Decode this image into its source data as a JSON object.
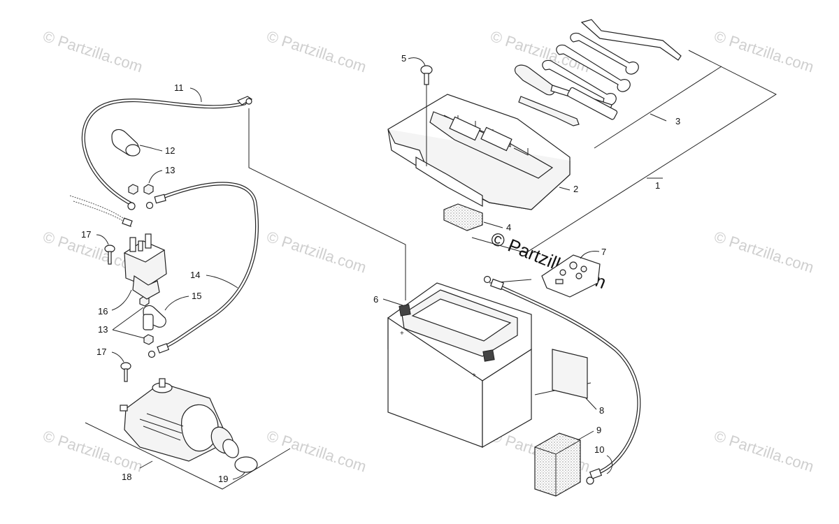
{
  "watermark": {
    "text": "© Partzilla.com",
    "center_text": "© Partzilla.com"
  },
  "callouts": [
    {
      "id": "1",
      "label": "1"
    },
    {
      "id": "2",
      "label": "2"
    },
    {
      "id": "3",
      "label": "3"
    },
    {
      "id": "4",
      "label": "4"
    },
    {
      "id": "5",
      "label": "5"
    },
    {
      "id": "6",
      "label": "6"
    },
    {
      "id": "7",
      "label": "7"
    },
    {
      "id": "8",
      "label": "8"
    },
    {
      "id": "9",
      "label": "9"
    },
    {
      "id": "10",
      "label": "10"
    },
    {
      "id": "11",
      "label": "11"
    },
    {
      "id": "12",
      "label": "12"
    },
    {
      "id": "13a",
      "label": "13"
    },
    {
      "id": "13b",
      "label": "13"
    },
    {
      "id": "14",
      "label": "14"
    },
    {
      "id": "15",
      "label": "15"
    },
    {
      "id": "16",
      "label": "16"
    },
    {
      "id": "17a",
      "label": "17"
    },
    {
      "id": "17b",
      "label": "17"
    },
    {
      "id": "18",
      "label": "18"
    },
    {
      "id": "19",
      "label": "19"
    }
  ]
}
